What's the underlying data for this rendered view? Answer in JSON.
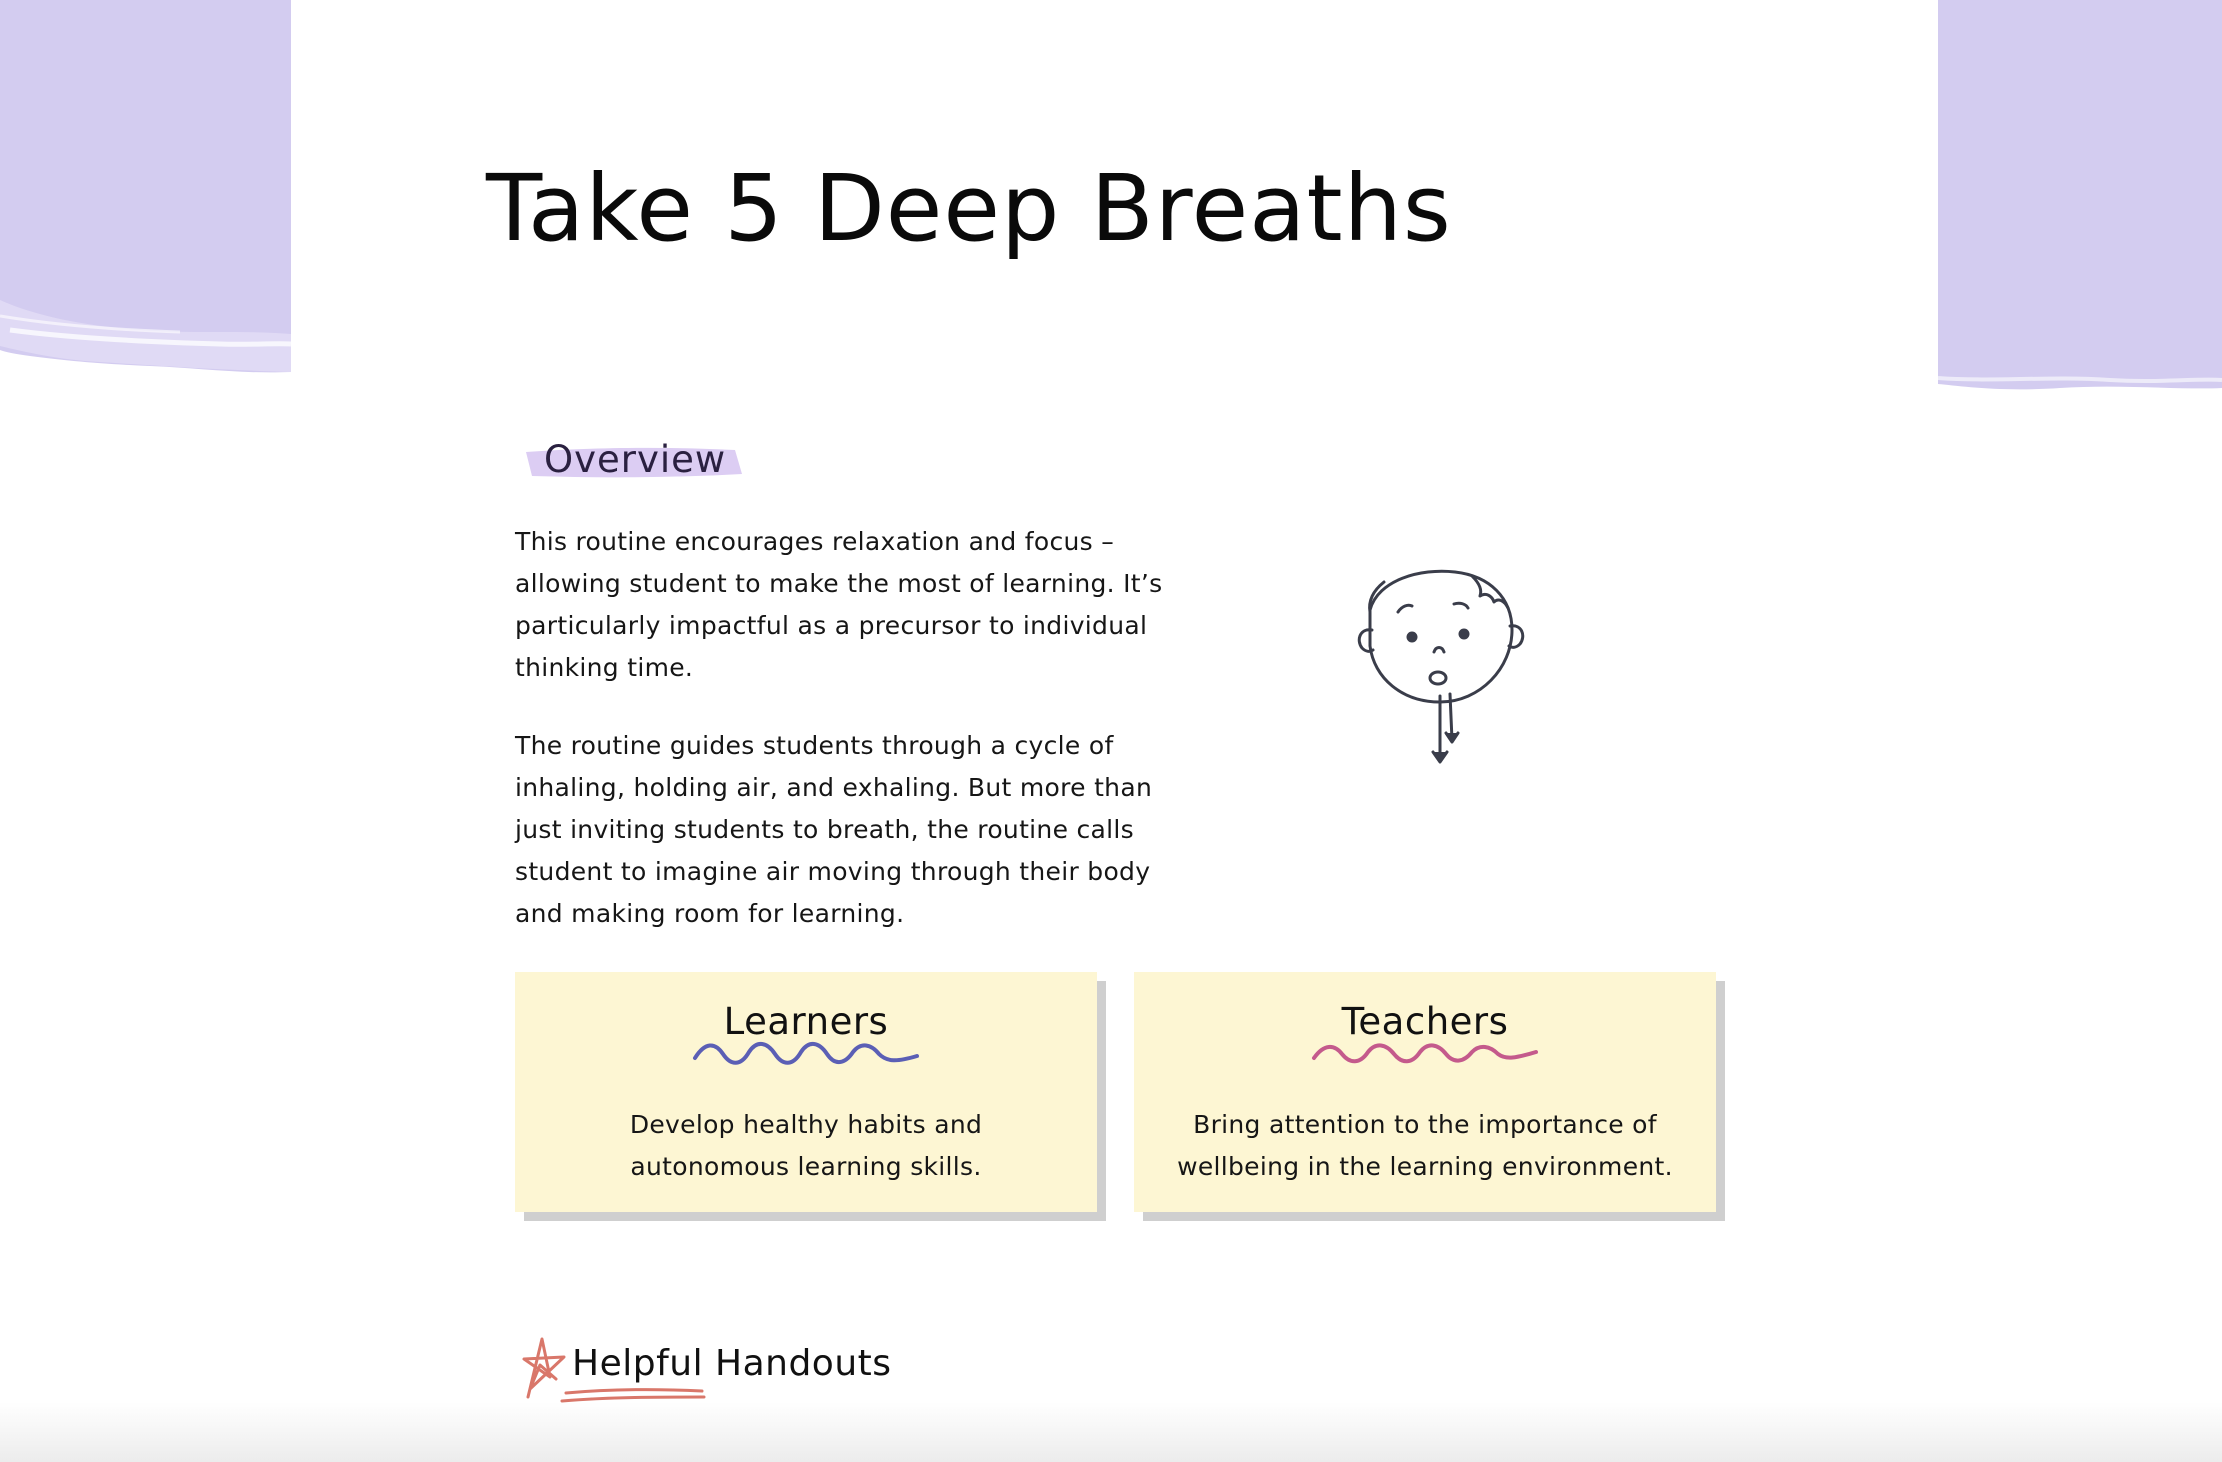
{
  "page": {
    "title": "Take 5 Deep Breaths"
  },
  "overview": {
    "heading": "Overview",
    "paragraphs": [
      "This routine encourages relaxation and focus – allowing student to make the most of learning. It’s particularly impactful as a precursor to individual thinking time.",
      "The routine guides students through a cycle of inhaling, holding air, and exhaling. But more than just inviting students to breath, the routine calls student to imagine air moving through their body and making room for learning."
    ]
  },
  "cards": [
    {
      "heading": "Learners",
      "body": "Develop healthy habits and autonomous learning skills.",
      "squiggle_color": "#5b5fb5"
    },
    {
      "heading": "Teachers",
      "body": "Bring attention to the importance of wellbeing in the learning environment.",
      "squiggle_color": "#c45a8c"
    }
  ],
  "handouts": {
    "heading": "Helpful Handouts",
    "icon": "star-doodle-icon",
    "accent": "#d9776a"
  },
  "colors": {
    "header_band": "#d3ccf0",
    "overview_highlight": "#dccdf3",
    "note_background": "#fdf6d3",
    "note_shadow": "#cfcfcf"
  },
  "illustration": {
    "icon": "breathing-face-icon"
  }
}
